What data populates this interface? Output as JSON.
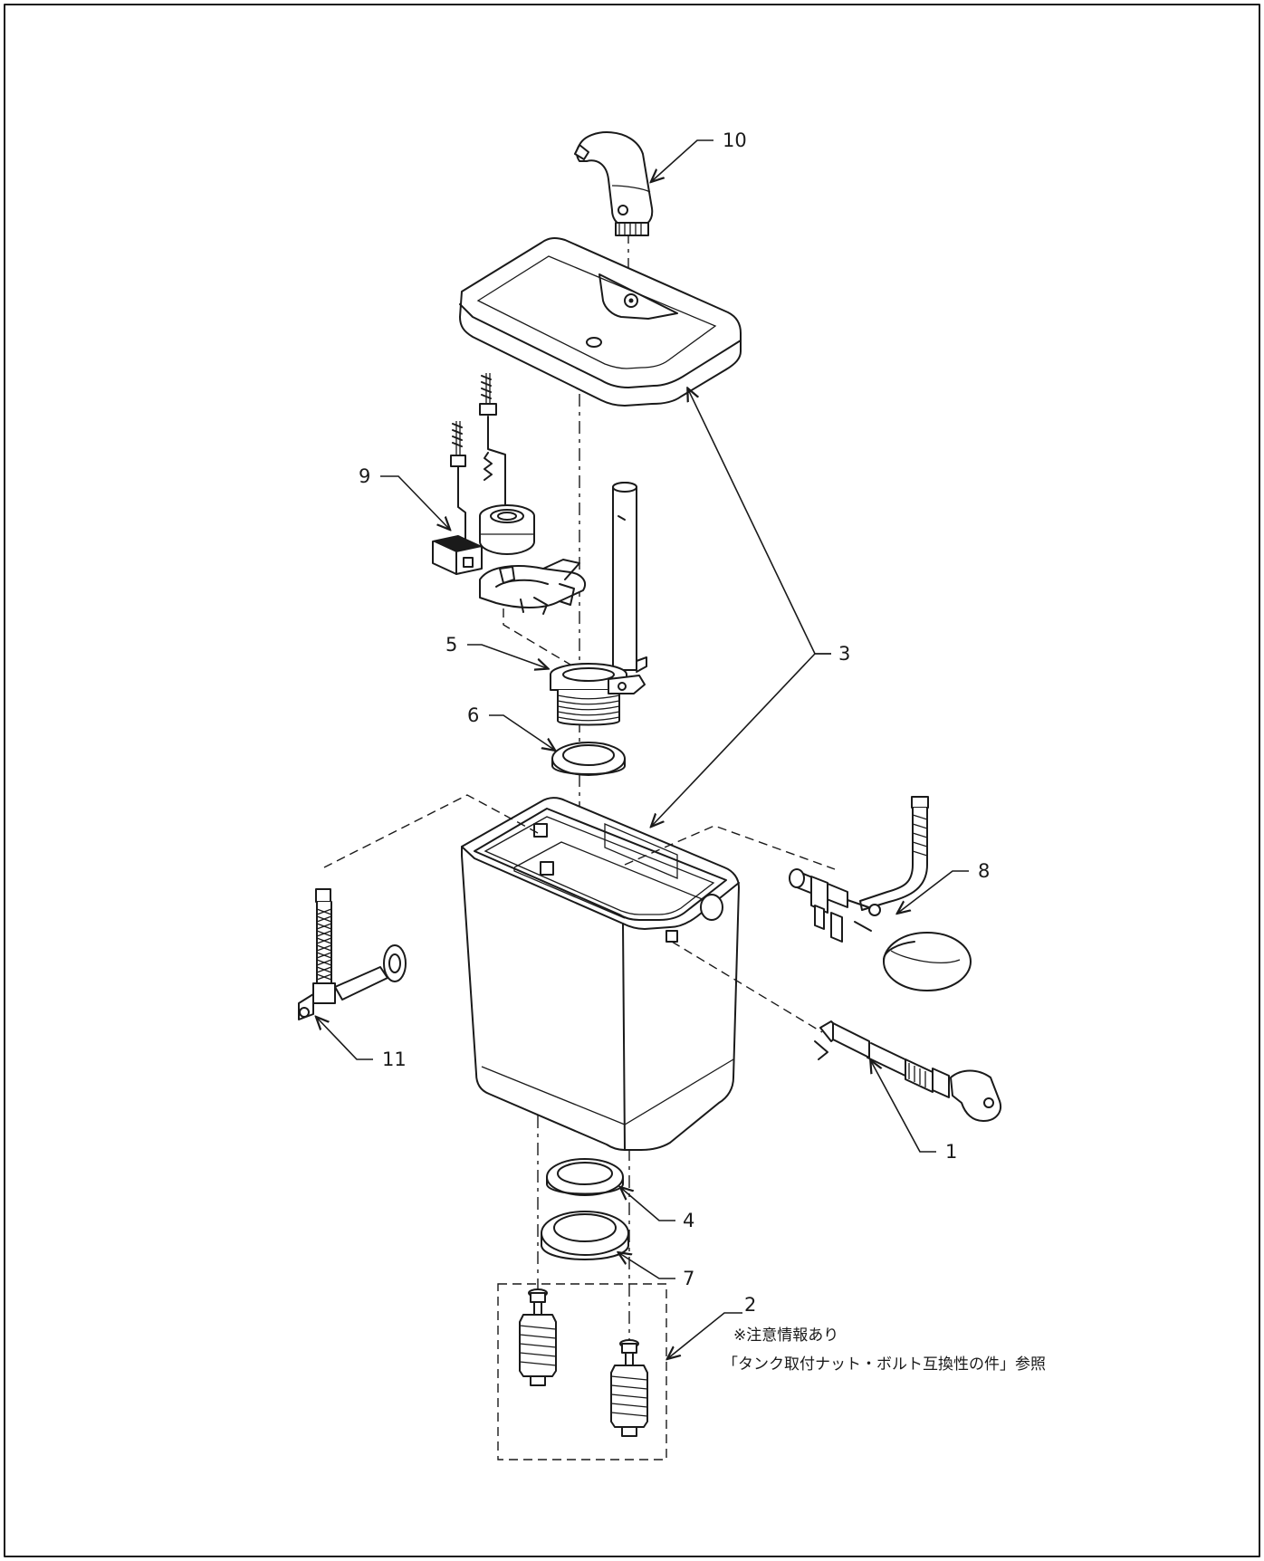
{
  "callouts": {
    "c1": "1",
    "c2": "2",
    "c3": "3",
    "c4": "4",
    "c5": "5",
    "c6": "6",
    "c7": "7",
    "c8": "8",
    "c9": "9",
    "c10": "10",
    "c11": "11"
  },
  "note": {
    "line1": "※注意情報あり",
    "line2": "「タンク取付ナット・ボルト互換性の件」参照"
  }
}
